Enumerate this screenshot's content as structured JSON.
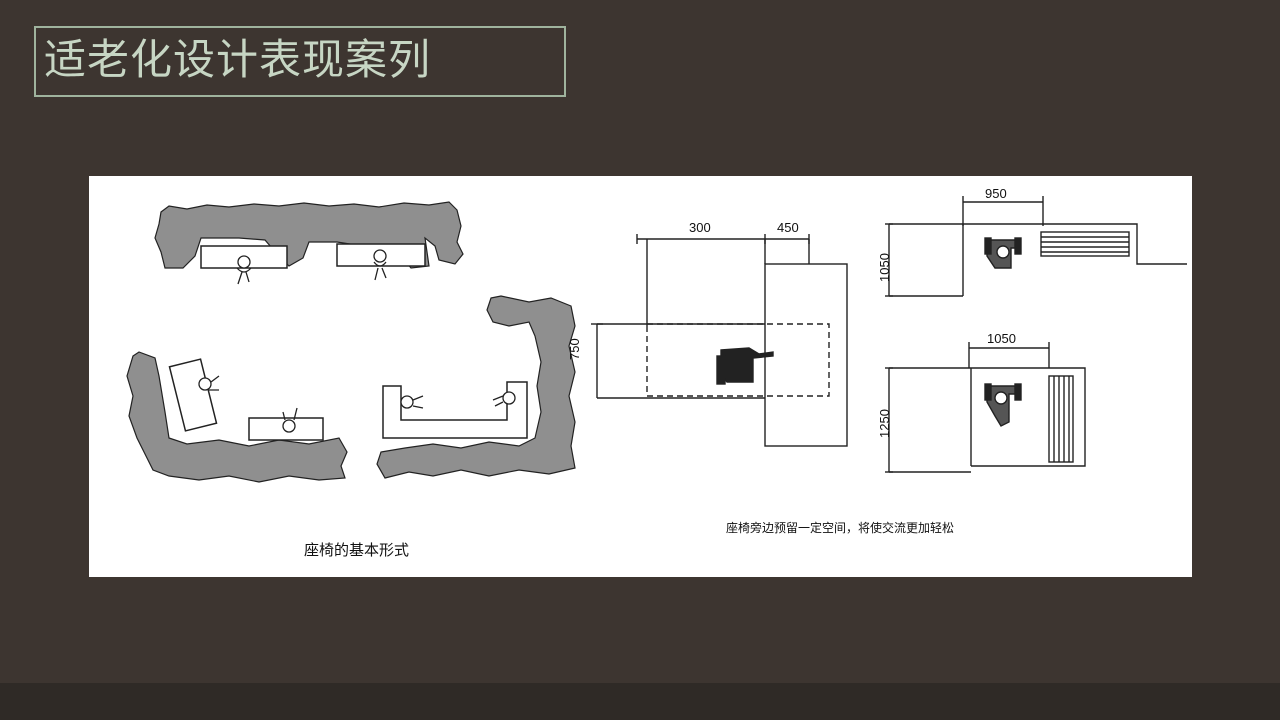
{
  "slide": {
    "title": "适老化设计表现案列"
  },
  "figure": {
    "left_caption": "座椅的基本形式",
    "right_caption": "座椅旁边预留一定空间，将使交流更加轻松",
    "dimensions": {
      "d300": "300",
      "d450": "450",
      "d750": "750",
      "d950": "950",
      "d1050_top": "1050",
      "d1050_side": "1050",
      "d1250": "1250"
    }
  },
  "colors": {
    "background": "#3d3530",
    "title_text": "#c7d6c4",
    "title_border": "#9fb39d",
    "hedge": "#8f8f8f"
  }
}
